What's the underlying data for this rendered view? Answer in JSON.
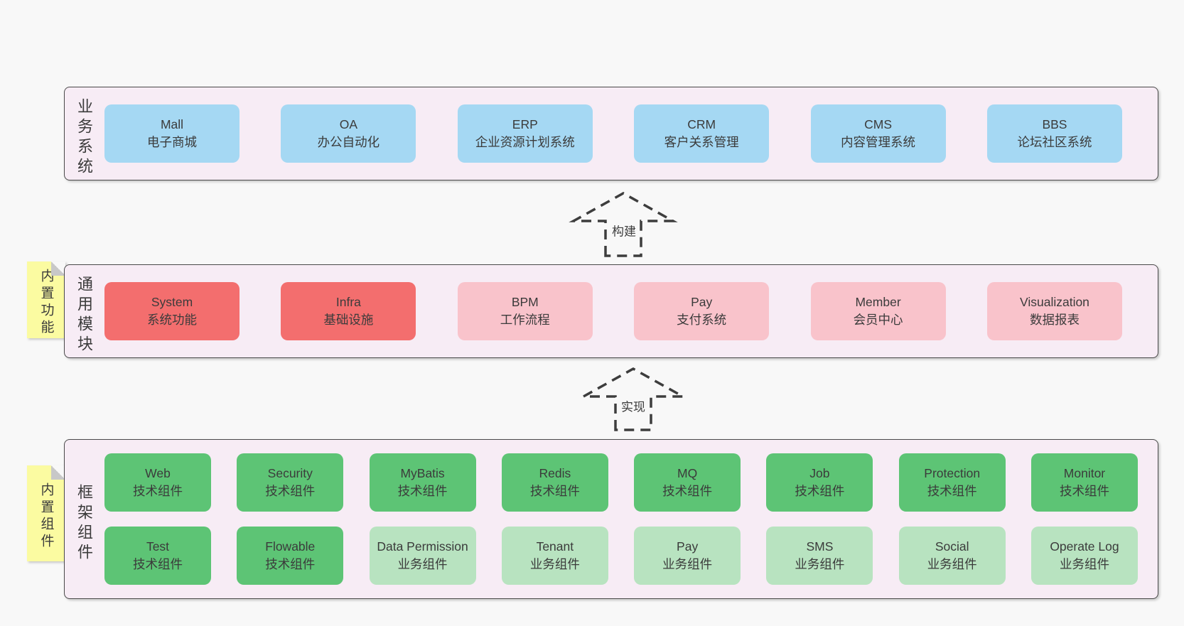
{
  "diagram": {
    "bands": [
      {
        "id": "business-systems",
        "label": "业务系统",
        "boxes": [
          {
            "name": "Mall",
            "desc": "电子商城"
          },
          {
            "name": "OA",
            "desc": "办公自动化"
          },
          {
            "name": "ERP",
            "desc": "企业资源计划系统"
          },
          {
            "name": "CRM",
            "desc": "客户关系管理"
          },
          {
            "name": "CMS",
            "desc": "内容管理系统"
          },
          {
            "name": "BBS",
            "desc": "论坛社区系统"
          }
        ]
      },
      {
        "id": "common-modules",
        "label": "通用模块",
        "note": "内置功能",
        "boxes": [
          {
            "name": "System",
            "desc": "系统功能"
          },
          {
            "name": "Infra",
            "desc": "基础设施"
          },
          {
            "name": "BPM",
            "desc": "工作流程"
          },
          {
            "name": "Pay",
            "desc": "支付系统"
          },
          {
            "name": "Member",
            "desc": "会员中心"
          },
          {
            "name": "Visualization",
            "desc": "数据报表"
          }
        ]
      },
      {
        "id": "framework-components",
        "label": "框架组件",
        "note": "内置组件",
        "rows": [
          [
            {
              "name": "Web",
              "desc": "技术组件"
            },
            {
              "name": "Security",
              "desc": "技术组件"
            },
            {
              "name": "MyBatis",
              "desc": "技术组件"
            },
            {
              "name": "Redis",
              "desc": "技术组件"
            },
            {
              "name": "MQ",
              "desc": "技术组件"
            },
            {
              "name": "Job",
              "desc": "技术组件"
            },
            {
              "name": "Protection",
              "desc": "技术组件"
            },
            {
              "name": "Monitor",
              "desc": "技术组件"
            }
          ],
          [
            {
              "name": "Test",
              "desc": "技术组件"
            },
            {
              "name": "Flowable",
              "desc": "技术组件"
            },
            {
              "name": "Data Permission",
              "desc": "业务组件"
            },
            {
              "name": "Tenant",
              "desc": "业务组件"
            },
            {
              "name": "Pay",
              "desc": "业务组件"
            },
            {
              "name": "SMS",
              "desc": "业务组件"
            },
            {
              "name": "Social",
              "desc": "业务组件"
            },
            {
              "name": "Operate Log",
              "desc": "业务组件"
            }
          ]
        ]
      }
    ],
    "arrows": [
      {
        "label": "构建"
      },
      {
        "label": "实现"
      }
    ],
    "colors": {
      "page_bg": "#f8f8f8",
      "band_bg": "#f7ecf5",
      "band_border": "#4a4a4a",
      "blue": "#a5d8f3",
      "red": "#f36e6e",
      "pink": "#f9c3cb",
      "green_dark": "#5dc475",
      "green_light": "#b8e3c0",
      "note_yellow": "#fbfba1",
      "fold_gray": "#c8c8c8",
      "text": "#3b3b3b",
      "dash": "#3d3d3d"
    }
  }
}
